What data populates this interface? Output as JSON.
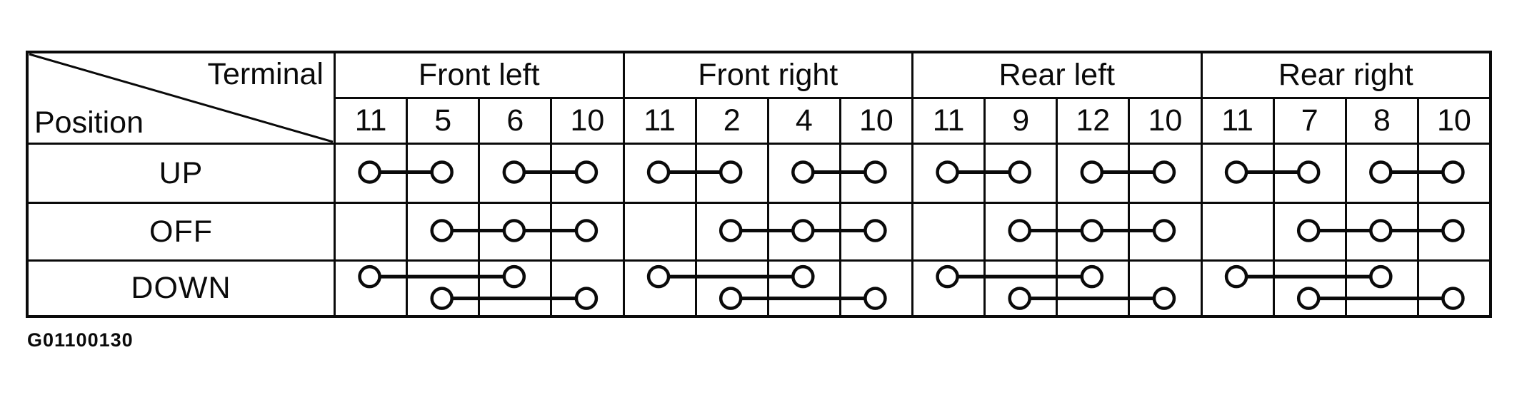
{
  "colors": {
    "ink": "#0a0a0a",
    "paper": "#ffffff"
  },
  "figure_id": "G01100130",
  "table": {
    "corner": {
      "top_label": "Terminal",
      "bottom_label": "Position"
    },
    "groups": [
      {
        "label": "Front left",
        "terminals": [
          "11",
          "5",
          "6",
          "10"
        ]
      },
      {
        "label": "Front right",
        "terminals": [
          "11",
          "2",
          "4",
          "10"
        ]
      },
      {
        "label": "Rear left",
        "terminals": [
          "11",
          "9",
          "12",
          "10"
        ]
      },
      {
        "label": "Rear right",
        "terminals": [
          "11",
          "7",
          "8",
          "10"
        ]
      }
    ],
    "rows": [
      {
        "label": "UP",
        "connections": [
          {
            "group": "Front left",
            "terminals": [
              "11",
              "5"
            ],
            "lane": "mid"
          },
          {
            "group": "Front left",
            "terminals": [
              "6",
              "10"
            ],
            "lane": "mid"
          },
          {
            "group": "Front right",
            "terminals": [
              "11",
              "2"
            ],
            "lane": "mid"
          },
          {
            "group": "Front right",
            "terminals": [
              "4",
              "10"
            ],
            "lane": "mid"
          },
          {
            "group": "Rear left",
            "terminals": [
              "11",
              "9"
            ],
            "lane": "mid"
          },
          {
            "group": "Rear left",
            "terminals": [
              "12",
              "10"
            ],
            "lane": "mid"
          },
          {
            "group": "Rear right",
            "terminals": [
              "11",
              "7"
            ],
            "lane": "mid"
          },
          {
            "group": "Rear right",
            "terminals": [
              "8",
              "10"
            ],
            "lane": "mid"
          }
        ]
      },
      {
        "label": "OFF",
        "connections": [
          {
            "group": "Front left",
            "terminals": [
              "5",
              "6",
              "10"
            ],
            "lane": "mid"
          },
          {
            "group": "Front right",
            "terminals": [
              "2",
              "4",
              "10"
            ],
            "lane": "mid"
          },
          {
            "group": "Rear left",
            "terminals": [
              "9",
              "12",
              "10"
            ],
            "lane": "mid"
          },
          {
            "group": "Rear right",
            "terminals": [
              "7",
              "8",
              "10"
            ],
            "lane": "mid"
          }
        ]
      },
      {
        "label": "DOWN",
        "connections": [
          {
            "group": "Front left",
            "terminals": [
              "11",
              "6"
            ],
            "lane": "upper"
          },
          {
            "group": "Front left",
            "terminals": [
              "5",
              "10"
            ],
            "lane": "lower"
          },
          {
            "group": "Front right",
            "terminals": [
              "11",
              "4"
            ],
            "lane": "upper"
          },
          {
            "group": "Front right",
            "terminals": [
              "2",
              "10"
            ],
            "lane": "lower"
          },
          {
            "group": "Rear left",
            "terminals": [
              "11",
              "12"
            ],
            "lane": "upper"
          },
          {
            "group": "Rear left",
            "terminals": [
              "9",
              "10"
            ],
            "lane": "lower"
          },
          {
            "group": "Rear right",
            "terminals": [
              "11",
              "8"
            ],
            "lane": "upper"
          },
          {
            "group": "Rear right",
            "terminals": [
              "7",
              "10"
            ],
            "lane": "lower"
          }
        ]
      }
    ]
  }
}
